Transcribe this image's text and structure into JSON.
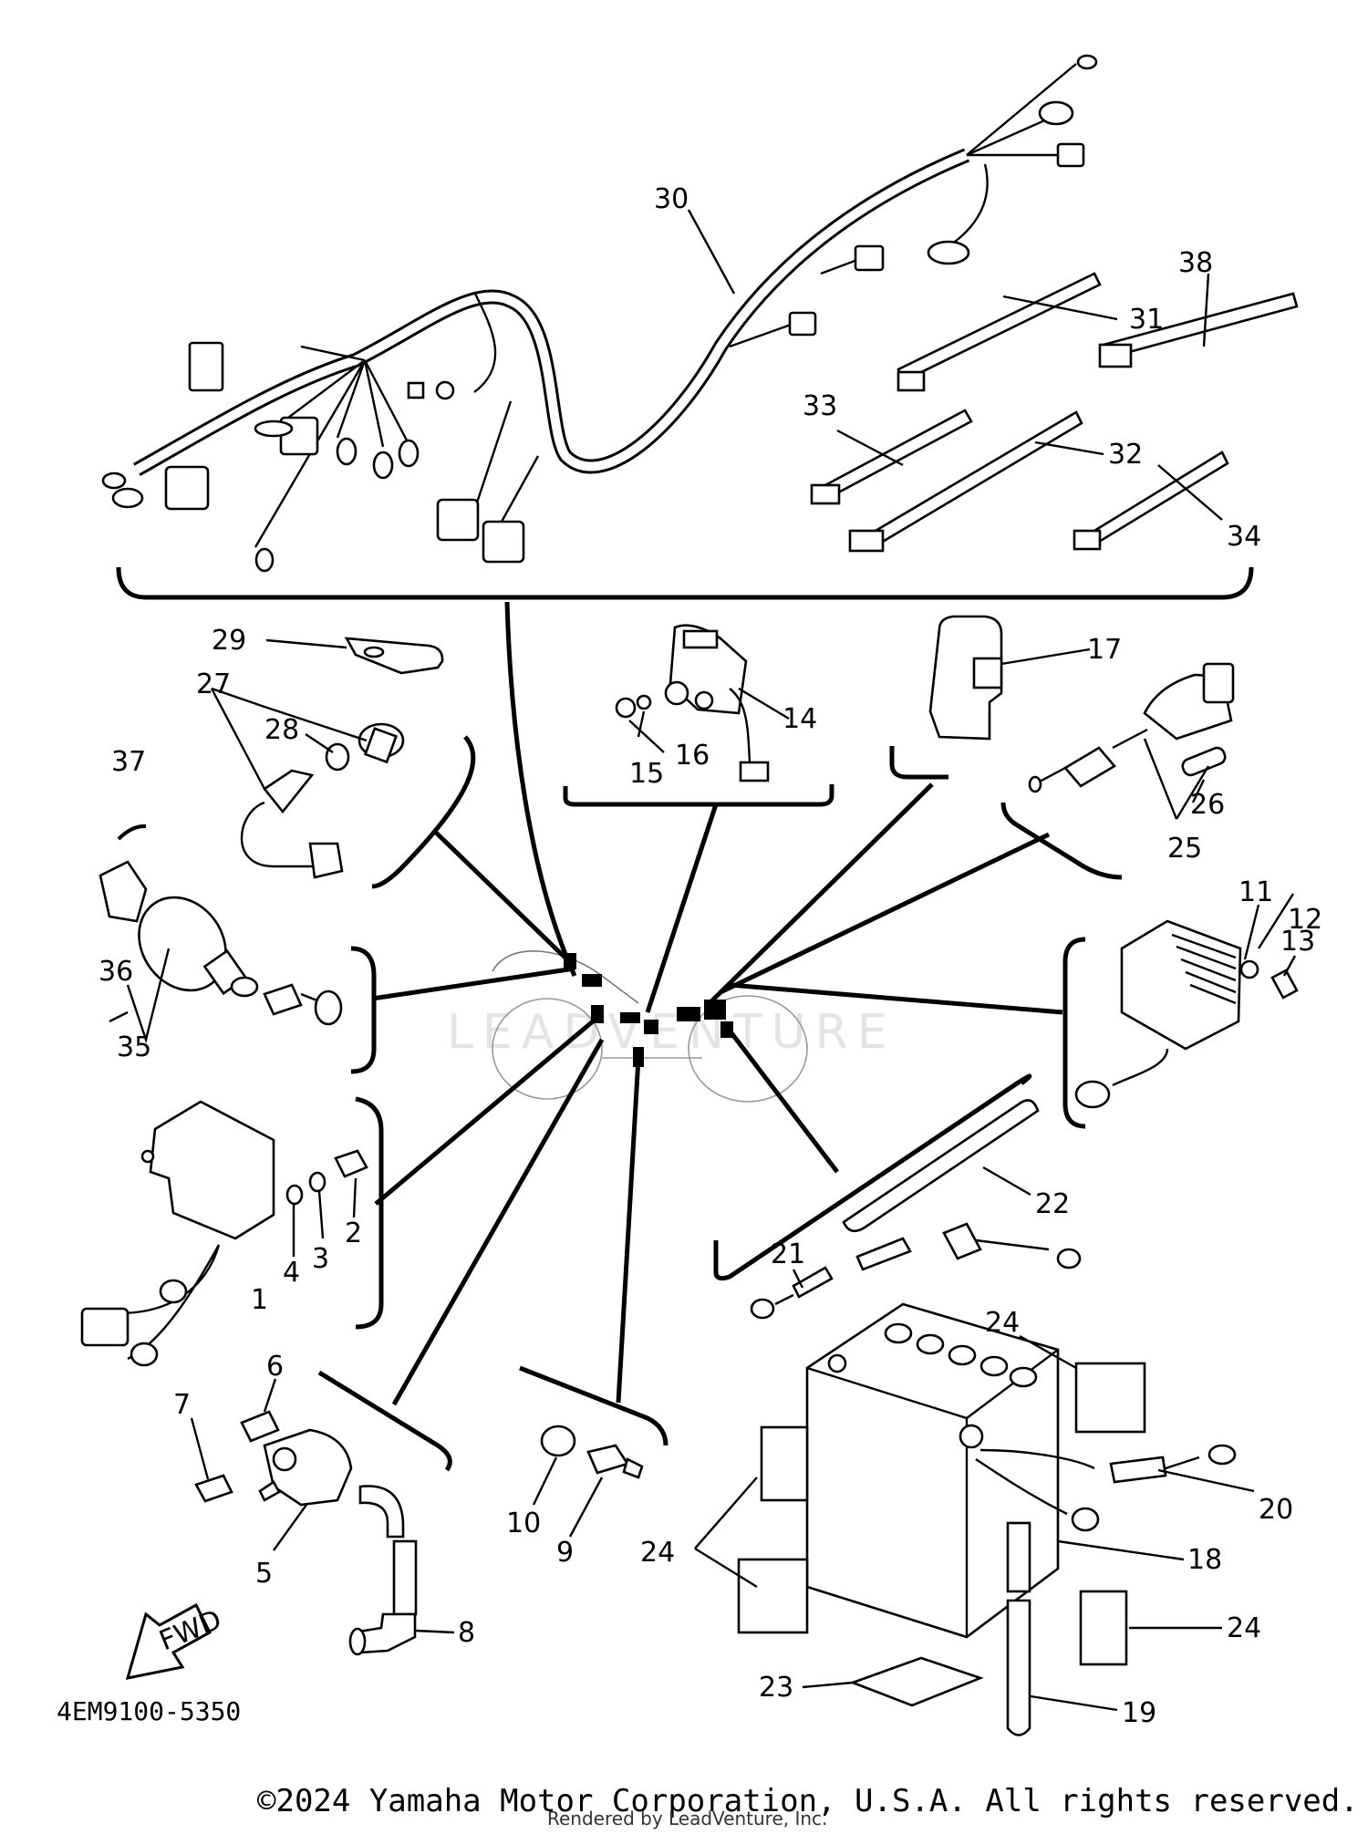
{
  "diagram": {
    "part_numbers": [
      "30",
      "38",
      "31",
      "33",
      "32",
      "34",
      "29",
      "27",
      "28",
      "14",
      "16",
      "15",
      "17",
      "26",
      "25",
      "37",
      "36",
      "35",
      "11",
      "13",
      "12",
      "22",
      "2",
      "3",
      "4",
      "1",
      "21",
      "24",
      "6",
      "7",
      "5",
      "10",
      "9",
      "24",
      "8",
      "20",
      "18",
      "24",
      "23",
      "19"
    ],
    "fwd_label": "FWD",
    "diagram_code": "4EM9100-5350",
    "watermark": "LEADVENTURE"
  },
  "footer": {
    "copyright": "©2024 Yamaha Motor Corporation, U.S.A. All rights reserved.",
    "rendered_by": "Rendered by LeadVenture, Inc."
  }
}
